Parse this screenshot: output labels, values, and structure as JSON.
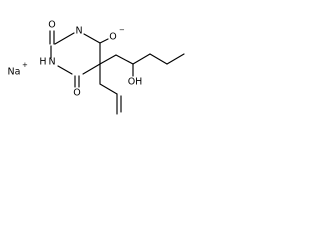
{
  "structure": {
    "atoms": {
      "o_top_left": "O",
      "n_top": "N",
      "o_right": "O",
      "o_right_charge": "−",
      "n_left": "N",
      "n_left_h": "H",
      "o_bottom_left": "O",
      "oh": "OH",
      "sodium": "Na",
      "sodium_charge": "+"
    }
  }
}
